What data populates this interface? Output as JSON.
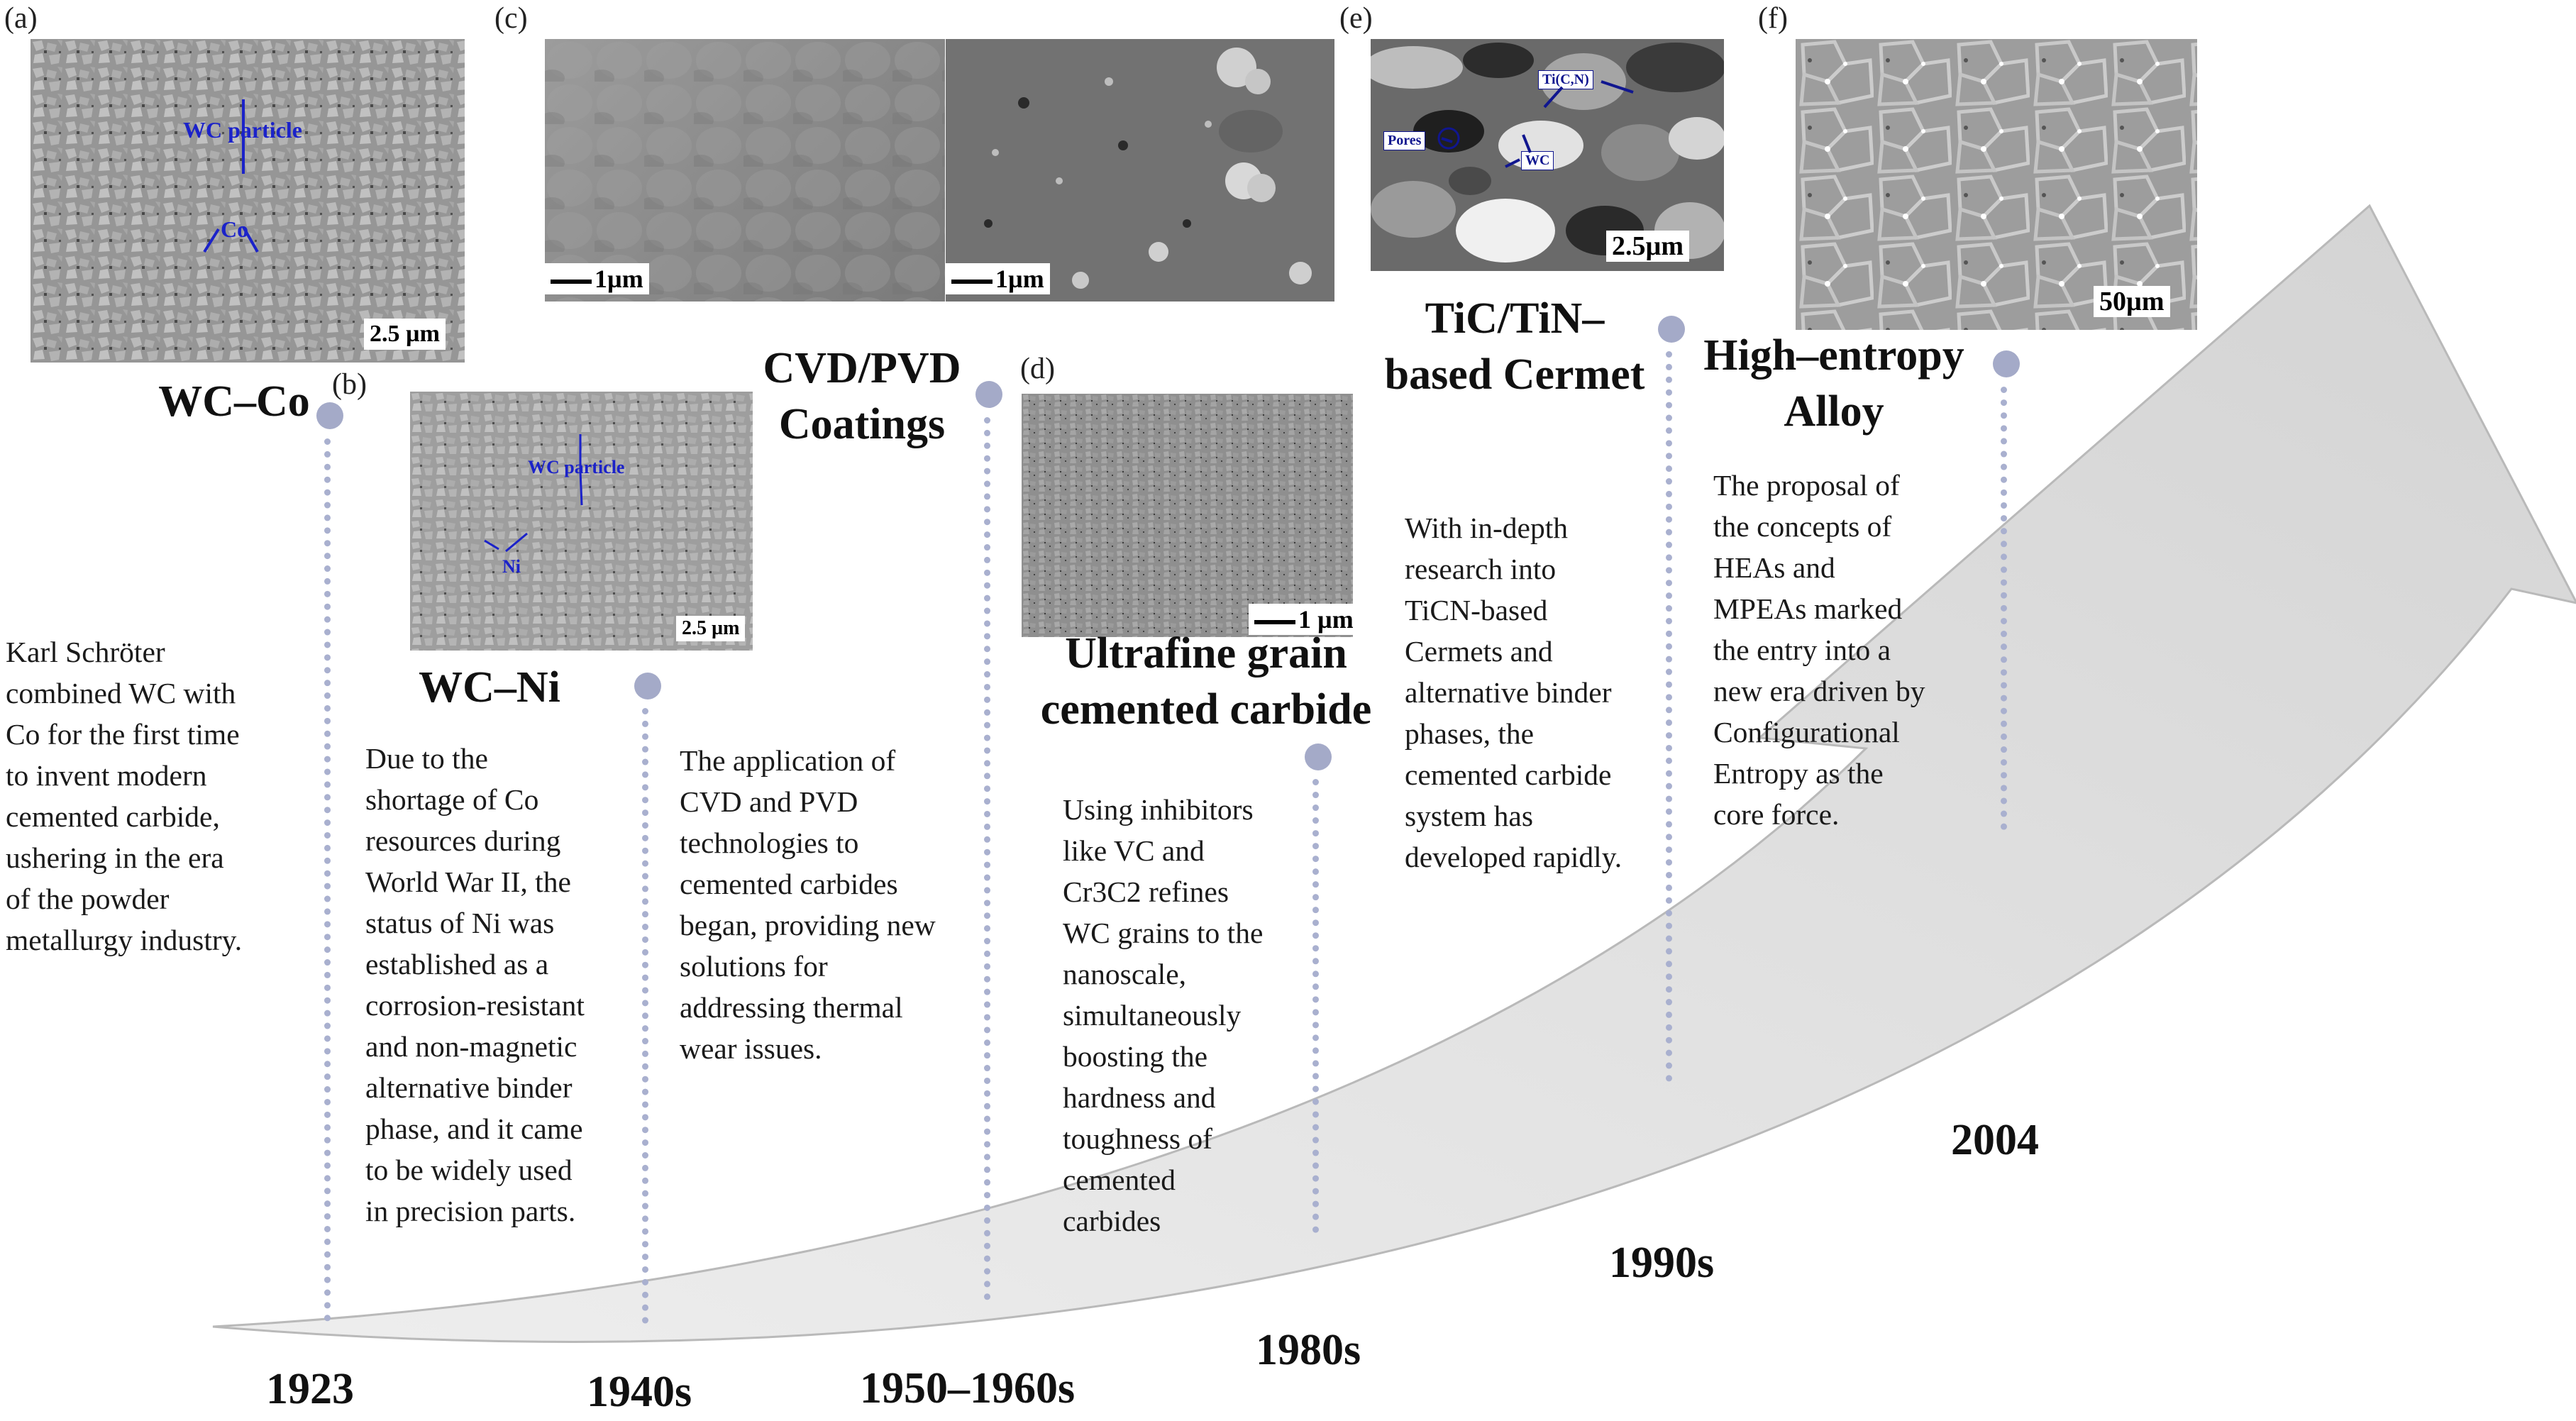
{
  "panels": [
    {
      "id": "a",
      "label": "(a)",
      "scale": "2.5 µm",
      "annotations": [
        "WC particle",
        "Co"
      ]
    },
    {
      "id": "b",
      "label": "(b)",
      "scale": "2.5 µm",
      "annotations": [
        "WC particle",
        "Ni"
      ]
    },
    {
      "id": "c",
      "label": "(c)",
      "scales": [
        "1µm",
        "1µm"
      ]
    },
    {
      "id": "d",
      "label": "(d)",
      "scale": "1 µm"
    },
    {
      "id": "e",
      "label": "(e)",
      "scale": "2.5µm",
      "annotations": [
        "Ti(C,N)",
        "Pores",
        "WC"
      ]
    },
    {
      "id": "f",
      "label": "(f)",
      "scale": "50µm"
    }
  ],
  "milestones": [
    {
      "title": [
        "WC–Co"
      ],
      "year": "1923",
      "description": [
        "Karl Schröter",
        "combined WC with",
        "Co for the first time",
        "to invent modern",
        "cemented carbide,",
        "ushering in the era",
        "of the powder",
        "metallurgy industry."
      ]
    },
    {
      "title": [
        "WC–Ni"
      ],
      "year": "1940s",
      "description": [
        "Due to the",
        "shortage of Co",
        "resources during",
        "World War II, the",
        "status of Ni was",
        "established as a",
        "corrosion-resistant",
        "and non-magnetic",
        "alternative binder",
        "phase, and it came",
        "to be widely used",
        "in precision parts."
      ]
    },
    {
      "title": [
        "CVD/PVD",
        "Coatings"
      ],
      "year": "1950–1960s",
      "description": [
        "The application of",
        "CVD and PVD",
        "technologies to",
        "cemented carbides",
        "began, providing new",
        "solutions for",
        "addressing thermal",
        "wear issues."
      ]
    },
    {
      "title": [
        "Ultrafine grain",
        "cemented carbide"
      ],
      "year": "1980s",
      "description": [
        "Using inhibitors",
        "like VC and",
        "Cr3C2 refines",
        "WC grains to the",
        "nanoscale,",
        "simultaneously",
        "boosting the",
        "hardness and",
        "toughness of",
        "cemented",
        "carbides"
      ]
    },
    {
      "title": [
        "TiC/TiN–",
        "based Cermet"
      ],
      "year": "1990s",
      "description": [
        "With in-depth",
        "research into",
        "TiCN-based",
        "Cermets and",
        "alternative binder",
        "phases, the",
        "cemented carbide",
        "system has",
        "developed rapidly."
      ]
    },
    {
      "title": [
        "High–entropy",
        "Alloy"
      ],
      "year": "2004",
      "description": [
        "The proposal of",
        "the concepts of",
        "HEAs and",
        "MPEAs marked",
        "the entry into a",
        "new era driven by",
        "Configurational",
        "Entropy as the",
        "core force."
      ]
    }
  ],
  "colors": {
    "timeline": "#a4aac8",
    "arrow": "#dcdcdc",
    "annotation": "#1b22c9"
  }
}
